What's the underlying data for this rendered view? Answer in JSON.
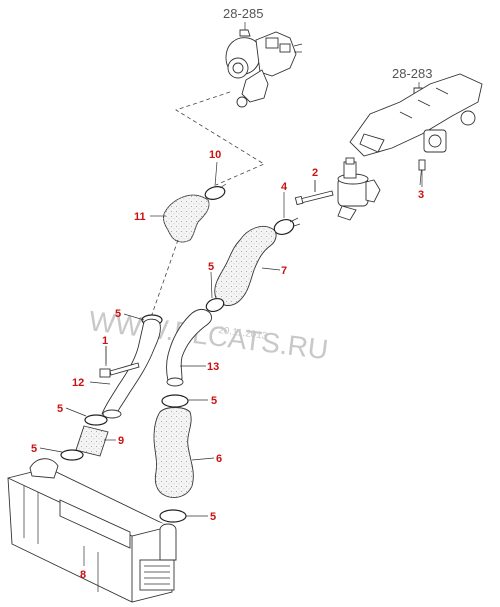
{
  "references": {
    "turbocharger": "28-285",
    "exhaust_manifold": "28-283"
  },
  "watermark": {
    "site": "WWW.ELCATS.RU",
    "date": "20.11.2013"
  },
  "callouts": [
    {
      "id": "c10",
      "label": "10"
    },
    {
      "id": "c11",
      "label": "11"
    },
    {
      "id": "c2",
      "label": "2"
    },
    {
      "id": "c4",
      "label": "4"
    },
    {
      "id": "c3",
      "label": "3"
    },
    {
      "id": "c7",
      "label": "7"
    },
    {
      "id": "c5a",
      "label": "5"
    },
    {
      "id": "c5b",
      "label": "5"
    },
    {
      "id": "c1",
      "label": "1"
    },
    {
      "id": "c13",
      "label": "13"
    },
    {
      "id": "c12",
      "label": "12"
    },
    {
      "id": "c5c",
      "label": "5"
    },
    {
      "id": "c5d",
      "label": "5"
    },
    {
      "id": "c9",
      "label": "9"
    },
    {
      "id": "c5e",
      "label": "5"
    },
    {
      "id": "c6",
      "label": "6"
    },
    {
      "id": "c5f",
      "label": "5"
    },
    {
      "id": "c8",
      "label": "8"
    }
  ],
  "colors": {
    "callout": "#cc1111",
    "reference": "#555555",
    "line": "#333333",
    "watermark": "#c8c8c8"
  }
}
